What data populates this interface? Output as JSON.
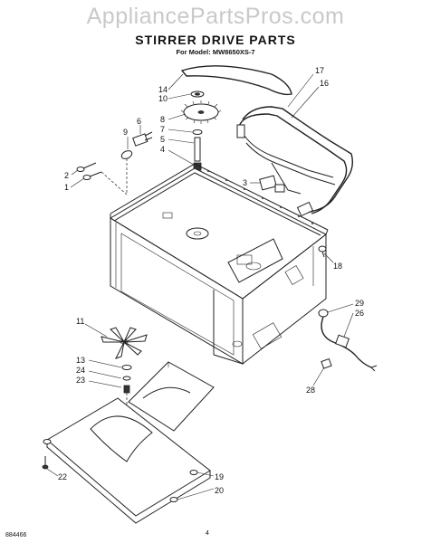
{
  "watermark": "AppliancePartsPros.com",
  "title": "STIRRER DRIVE PARTS",
  "subtitle": "For Model: MW8650XS-7",
  "footer": {
    "code": "884466",
    "page": "4"
  },
  "callouts": [
    "1",
    "2",
    "3",
    "4",
    "5",
    "6",
    "7",
    "8",
    "9",
    "10",
    "11",
    "13",
    "14",
    "16",
    "17",
    "18",
    "19",
    "20",
    "22",
    "23",
    "24",
    "26",
    "28",
    "29"
  ]
}
